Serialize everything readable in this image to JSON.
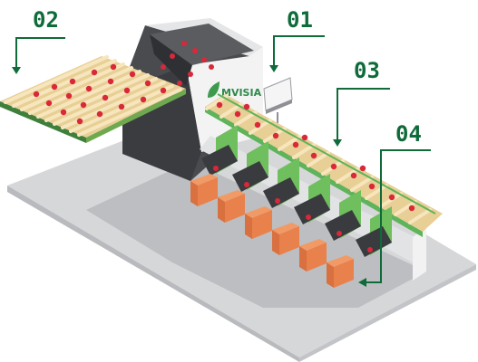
{
  "brand": {
    "name": "MVISIA",
    "logo_icon": "leaf-icon"
  },
  "callouts": [
    {
      "id": "01",
      "label": "01",
      "points_to": "camera-unit"
    },
    {
      "id": "02",
      "label": "02",
      "points_to": "infeed-conveyor"
    },
    {
      "id": "03",
      "label": "03",
      "points_to": "sorting-conveyor"
    },
    {
      "id": "04",
      "label": "04",
      "points_to": "collection-bins"
    }
  ],
  "colors": {
    "callout_green": "#0f6b3a",
    "fruit_red": "#d9283a",
    "roller_tan": "#f1d59a",
    "frame_green": "#5fb35a",
    "bin_orange": "#e8814b",
    "floor_gray": "#d5d6d8"
  },
  "counts": {
    "bins": 6,
    "chutes": 6
  }
}
